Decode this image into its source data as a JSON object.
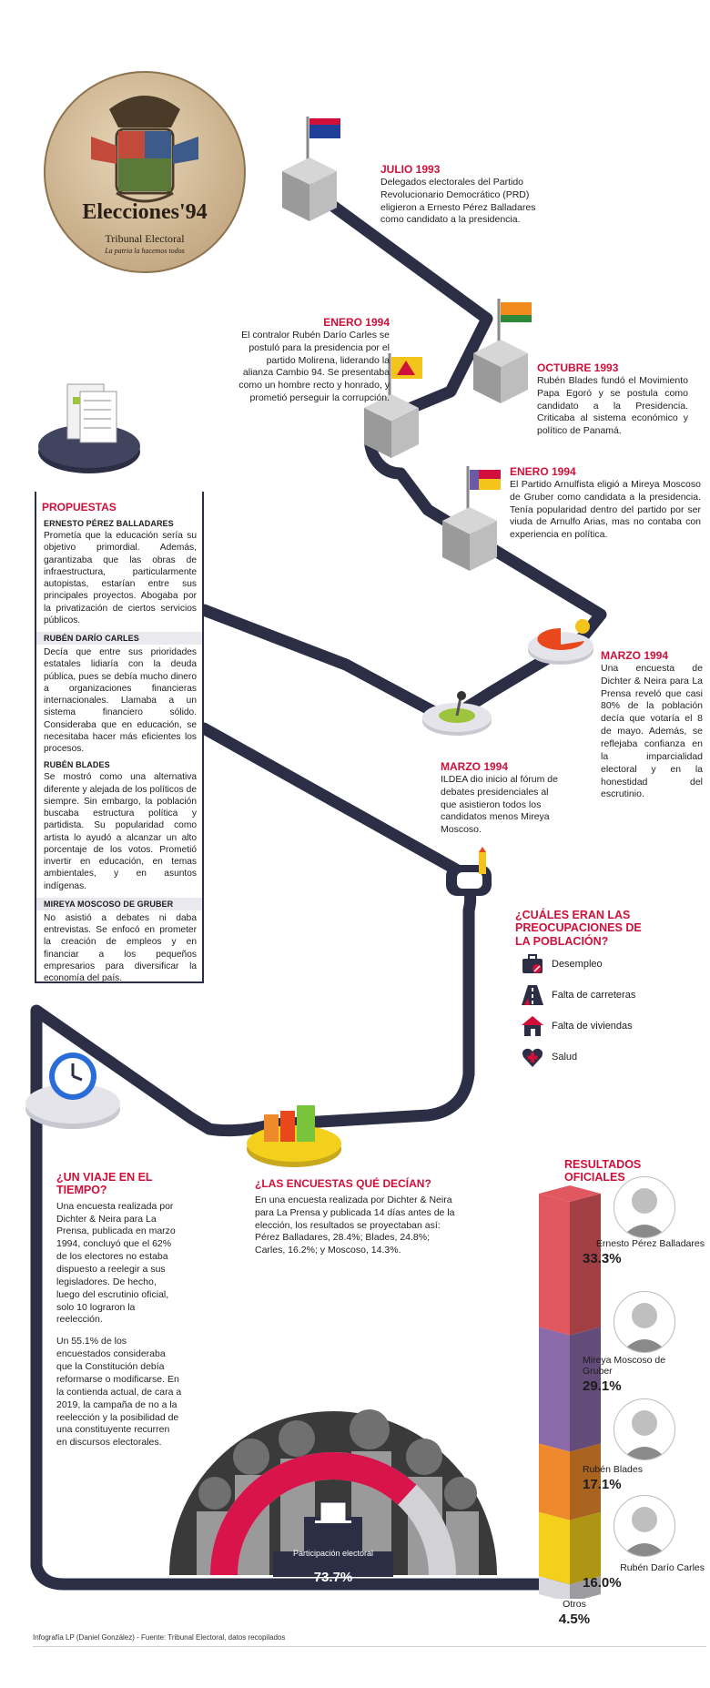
{
  "logo": {
    "main_text": "Elecciones'94",
    "sub_text": "Tribunal Electoral",
    "tagline": "La patria la hacemos todos"
  },
  "timeline": [
    {
      "date": "JULIO 1993",
      "text": "Delegados electorales del Partido Revolucionario Democrático (PRD) eligieron a Ernesto Pérez Balladares como candidato a la presidencia."
    },
    {
      "date": "ENERO 1994",
      "text": "El contralor Rubén Darío Carles se postuló para la presidencia por el partido Molirena, liderando la alianza Cambio 94. Se presentaba como un hombre recto y honrado, y prometió perseguir la corrupción."
    },
    {
      "date": "OCTUBRE 1993",
      "text": "Rubén Blades fundó el Movimiento Papa Egoró y se postula como candidato a la Presidencia. Criticaba al sistema económico y político de Panamá."
    },
    {
      "date": "ENERO 1994",
      "text": "El Partido Arnulfista eligió a Mireya Moscoso de Gruber como candidata a la presidencia. Tenía popularidad dentro del partido por ser viuda de Arnulfo Arias, mas no contaba con experiencia en política."
    },
    {
      "date": "MARZO 1994",
      "text": "Una encuesta de Dichter & Neira para La Prensa reveló que casi 80% de la población decía que votaría el 8 de mayo. Además, se reflejaba confianza en la imparcialidad electoral y en la honestidad del escrutinio."
    },
    {
      "date": "MARZO 1994",
      "text": "ILDEA dio inicio al fórum de debates presidenciales al que asistieron todos los candidatos menos Mireya Moscoso."
    }
  ],
  "proposals": {
    "heading": "PROPUESTAS",
    "candidates": [
      {
        "name": "ERNESTO PÉREZ BALLADARES",
        "text": "Prometía que la educación sería su objetivo primordial. Además, garantizaba que las obras de infraestructura, particularmente autopistas, estarían entre sus principales proyectos. Abogaba por la privatización de ciertos servicios públicos."
      },
      {
        "name": "RUBÉN DARÍO CARLES",
        "text": "Decía que entre sus prioridades estatales lidiaría con la deuda pública, pues se debía mucho dinero a organizaciones financieras internacionales. Llamaba a un sistema financiero sólido. Consideraba que en educación, se necesitaba hacer más eficientes los procesos."
      },
      {
        "name": "RUBÉN BLADES",
        "text": "Se mostró como una alternativa diferente y alejada de los políticos de siempre. Sin embargo, la población buscaba estructura política y partidista. Su popularidad como artista lo ayudó a alcanzar un alto porcentaje de los votos. Prometió invertir en educación, en temas ambientales, y en asuntos indígenas."
      },
      {
        "name": "MIREYA MOSCOSO DE GRUBER",
        "text": "No asistió a debates ni daba entrevistas. Se enfocó en prometer la creación de empleos y en financiar a los pequeños empresarios para diversificar la economía del país."
      }
    ]
  },
  "concerns": {
    "title": "¿CUÁLES ERAN LAS PREOCUPACIONES DE LA POBLACIÓN?",
    "items": [
      {
        "label": "Desempleo",
        "icon": "briefcase-icon"
      },
      {
        "label": "Falta de carreteras",
        "icon": "road-icon"
      },
      {
        "label": "Falta de viviendas",
        "icon": "house-icon"
      },
      {
        "label": "Salud",
        "icon": "health-icon"
      }
    ]
  },
  "time_travel": {
    "title": "¿UN VIAJE EN EL TIEMPO?",
    "p1": "Una encuesta realizada por Dichter & Neira para La Prensa, publicada en marzo 1994, concluyó que el 62% de los electores no estaba dispuesto a reelegir a sus legisladores. De hecho, luego del escrutinio oficial, solo 10 lograron la reelección.",
    "p2": "Un 55.1% de los encuestados consideraba que la Constitución debía reformarse o modificarse. En la contienda actual, de cara a 2019, la campaña de no a la reelección y la posibilidad de una constituyente recurren en discursos electorales."
  },
  "polls": {
    "title": "¿LAS ENCUESTAS QUÉ DECÍAN?",
    "text": "En una encuesta realizada por Dichter & Neira para La Prensa y publicada 14 días antes de la elección, los resultados se proyectaban así: Pérez Balladares, 28.4%; Blades, 24.8%; Carles, 16.2%; y Moscoso, 14.3%."
  },
  "participation": {
    "label": "Participación electoral",
    "value": "73.7%",
    "fraction": 0.737
  },
  "results": {
    "title": "RESULTADOS OFICIALES",
    "items": [
      {
        "name": "Ernesto Pérez Balladares",
        "pct": "33.3%",
        "value": 33.3,
        "color": "#e0575f"
      },
      {
        "name": "Mireya Moscoso de Gruber",
        "pct": "29.1%",
        "value": 29.1,
        "color": "#8a6aa8"
      },
      {
        "name": "Rubén Blades",
        "pct": "17.1%",
        "value": 17.1,
        "color": "#ee8a2c"
      },
      {
        "name": "Rubén Darío Carles",
        "pct": "16.0%",
        "value": 16.0,
        "color": "#f2d01c"
      },
      {
        "name": "Otros",
        "pct": "4.5%",
        "value": 4.5,
        "color": "#d8d8de"
      }
    ]
  },
  "credits": "Infografía LP (Daniel González) - Fuente: Tribunal Electoral, datos recopilados",
  "colors": {
    "accent": "#d0103a",
    "road": "#2b2e44"
  }
}
